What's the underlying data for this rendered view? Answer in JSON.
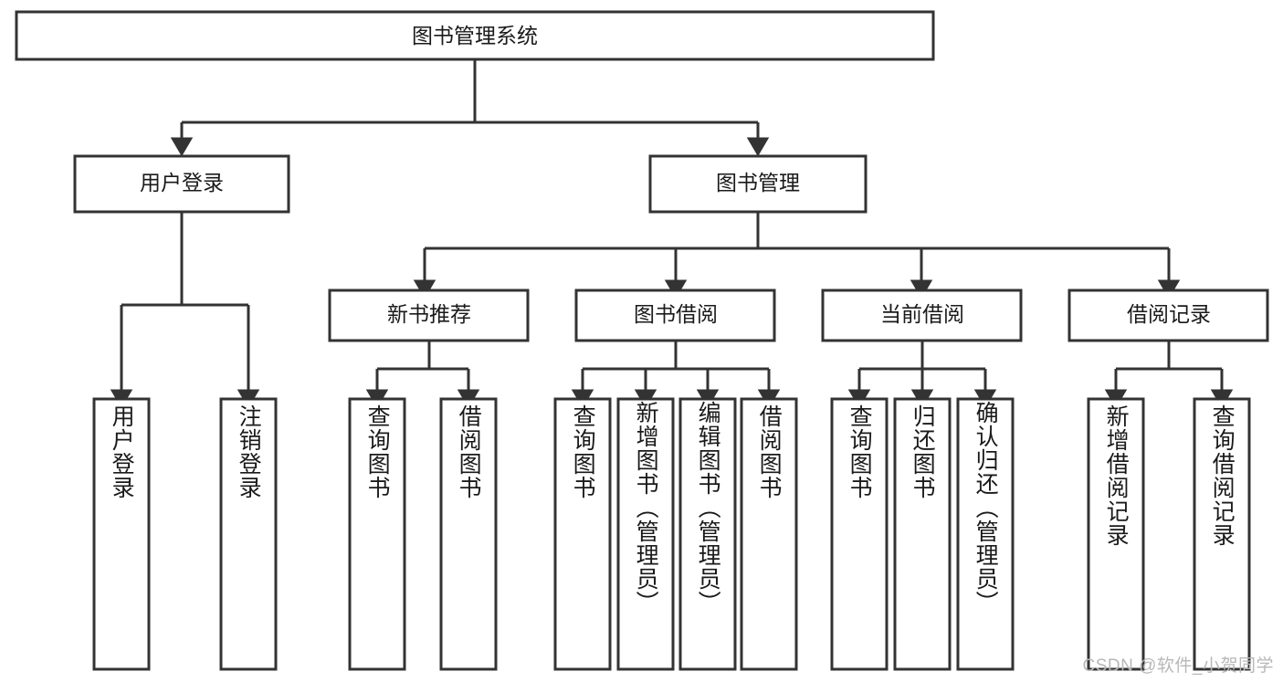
{
  "diagram": {
    "title": "图书管理系统",
    "type": "tree-hierarchy",
    "watermark": "CSDN @软件_小贺同学",
    "colors": {
      "stroke": "#333333",
      "fill": "#ffffff",
      "text": "#1a1a1a",
      "watermark": "#b8b8b8"
    },
    "root": {
      "label": "图书管理系统"
    },
    "level2": [
      {
        "label": "用户登录"
      },
      {
        "label": "图书管理"
      }
    ],
    "level3": [
      {
        "label": "新书推荐"
      },
      {
        "label": "图书借阅"
      },
      {
        "label": "当前借阅"
      },
      {
        "label": "借阅记录"
      }
    ],
    "leaves": {
      "user_login": [
        {
          "label": "用户登录"
        },
        {
          "label": "注销登录"
        }
      ],
      "new_book_recommend": [
        {
          "label": "查询图书"
        },
        {
          "label": "借阅图书"
        }
      ],
      "book_borrow": [
        {
          "label": "查询图书"
        },
        {
          "label": "新增图书（管理员）"
        },
        {
          "label": "编辑图书（管理员）"
        },
        {
          "label": "借阅图书"
        }
      ],
      "current_borrow": [
        {
          "label": "查询图书"
        },
        {
          "label": "归还图书"
        },
        {
          "label": "确认归还（管理员）"
        }
      ],
      "borrow_record": [
        {
          "label": "新增借阅记录"
        },
        {
          "label": "查询借阅记录"
        }
      ]
    }
  }
}
